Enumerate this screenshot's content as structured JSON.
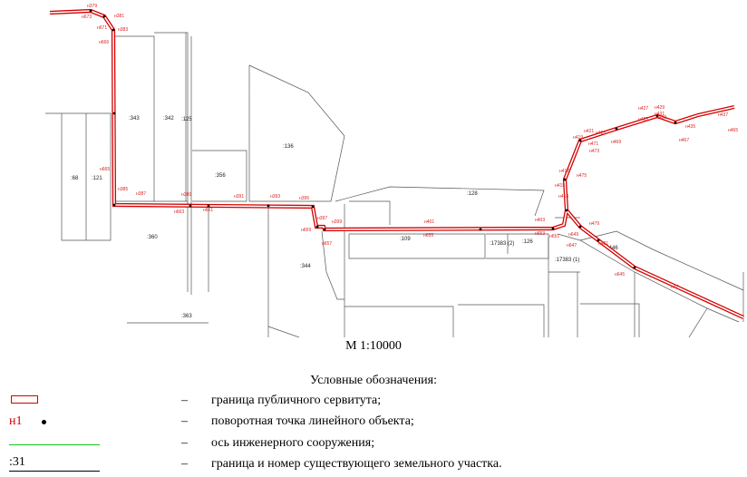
{
  "scale": {
    "text": "М 1:10000"
  },
  "legend": {
    "title": "Условные обозначения:",
    "items": [
      {
        "symbol": "red-outlined-strip",
        "text": "граница публичного сервитута;"
      },
      {
        "symbol": "turn-point",
        "symbol_label": "н1",
        "text": "поворотная точка линейного объекта;"
      },
      {
        "symbol": "green-line",
        "text": "ось инженерного сооружения;"
      },
      {
        "symbol": "parcel-boundary",
        "symbol_label": ":31",
        "text": "граница и номер существующего земельного участка."
      }
    ],
    "dash": "–",
    "colors": {
      "servitude": "#d40000",
      "axis": "#19c419",
      "parcel": "#555555"
    }
  },
  "map": {
    "parcels": [
      ":68",
      ":121",
      ":343",
      ":342",
      ":125",
      ":136",
      ":356",
      ":360",
      ":344",
      ":128",
      ":109",
      ":17383 (2)",
      ":126",
      ":17383 (1)",
      ":446",
      ":363"
    ],
    "points": [
      "н379",
      "н673",
      "н381",
      "н671",
      "н383",
      "н666",
      "н665",
      "н385",
      "н387",
      "н389",
      "н663",
      "н661",
      "н391",
      "н393",
      "н395",
      "н397",
      "н659",
      "н657",
      "н399",
      "н401",
      "н655",
      "н403",
      "н653",
      "н651",
      "н413",
      "н415",
      "н417",
      "н475",
      "н419",
      "н473",
      "н421",
      "н423",
      "н471",
      "н469",
      "н427",
      "н425",
      "н429",
      "н431",
      "н433",
      "н435",
      "н467",
      "н437",
      "н465",
      "н479",
      "н649",
      "н481",
      "н647",
      "н645",
      "н47"
    ]
  }
}
